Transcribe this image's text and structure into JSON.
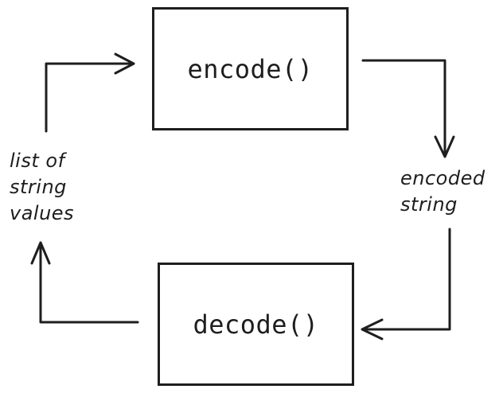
{
  "nodes": {
    "encode": {
      "label": "encode()"
    },
    "decode": {
      "label": "decode()"
    }
  },
  "labels": {
    "list_of_string_values": [
      "list of",
      "string",
      "values"
    ],
    "encoded_string": [
      "encoded",
      "string"
    ]
  },
  "edges": [
    {
      "from": "list of string values",
      "to": "encode()"
    },
    {
      "from": "encode()",
      "to": "encoded string"
    },
    {
      "from": "encoded string",
      "to": "decode()"
    },
    {
      "from": "decode()",
      "to": "list of string values"
    }
  ]
}
